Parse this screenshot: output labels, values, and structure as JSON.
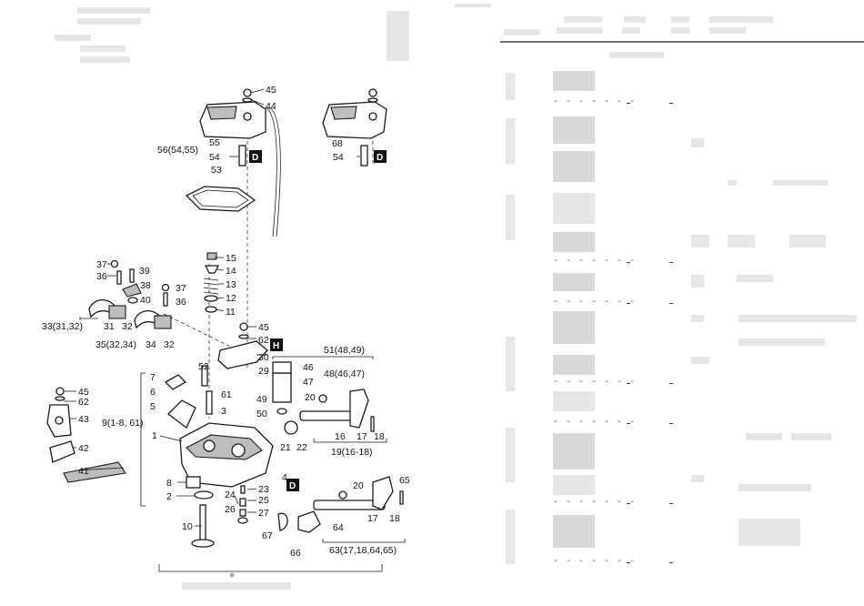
{
  "diagram": {
    "labels": {
      "l45a": "45",
      "l44": "44",
      "l55": "55",
      "l54a": "54",
      "l56": "56(54,55)",
      "l53": "53",
      "l68": "68",
      "l54b": "54",
      "l15": "15",
      "l14": "14",
      "l13": "13",
      "l12": "12",
      "l11": "11",
      "l37a": "37",
      "l36a": "36",
      "l39": "39",
      "l38": "38",
      "l40": "40",
      "l37b": "37",
      "l36b": "36",
      "l33": "33(31,32)",
      "l31": "31",
      "l32a": "32",
      "l35": "35(32,34)",
      "l34": "34",
      "l32b": "32",
      "l45b": "45",
      "l62a": "62",
      "l30": "30",
      "l29": "29",
      "l51": "51(48,49)",
      "l48": "48(46,47)",
      "l46": "46",
      "l47": "47",
      "l52": "52",
      "l61": "61",
      "l3": "3",
      "l7": "7",
      "l6": "6",
      "l5": "5",
      "l9": "9(1-8, 61)",
      "l1": "1",
      "l49": "49",
      "l50": "50",
      "l20a": "20",
      "l21": "21",
      "l22": "22",
      "l16": "16",
      "l17a": "17",
      "l18a": "18",
      "l19": "19(16-18)",
      "l45c": "45",
      "l62b": "62",
      "l43": "43",
      "l42": "42",
      "l41": "41",
      "l4": "4",
      "l8": "8",
      "l2": "2",
      "l23": "23",
      "l24": "24",
      "l25": "25",
      "l26": "26",
      "l27": "27",
      "l20b": "20",
      "l65": "65",
      "l17b": "17",
      "l18b": "18",
      "l10": "10",
      "l67": "67",
      "l66": "66",
      "l64": "64",
      "l63": "63(17,18,64,65)"
    },
    "markers": {
      "d1": "D",
      "d2": "D",
      "h": "H",
      "d3": "D"
    }
  },
  "right_page": {
    "dash_rows": [
      "- - - - - - -",
      "- - - - - - -",
      "- - - - - - -",
      "- - - - - - -",
      "- - - - - - -",
      "- - - - - - -",
      "- - - - - - -",
      "- - - - - - -"
    ]
  }
}
